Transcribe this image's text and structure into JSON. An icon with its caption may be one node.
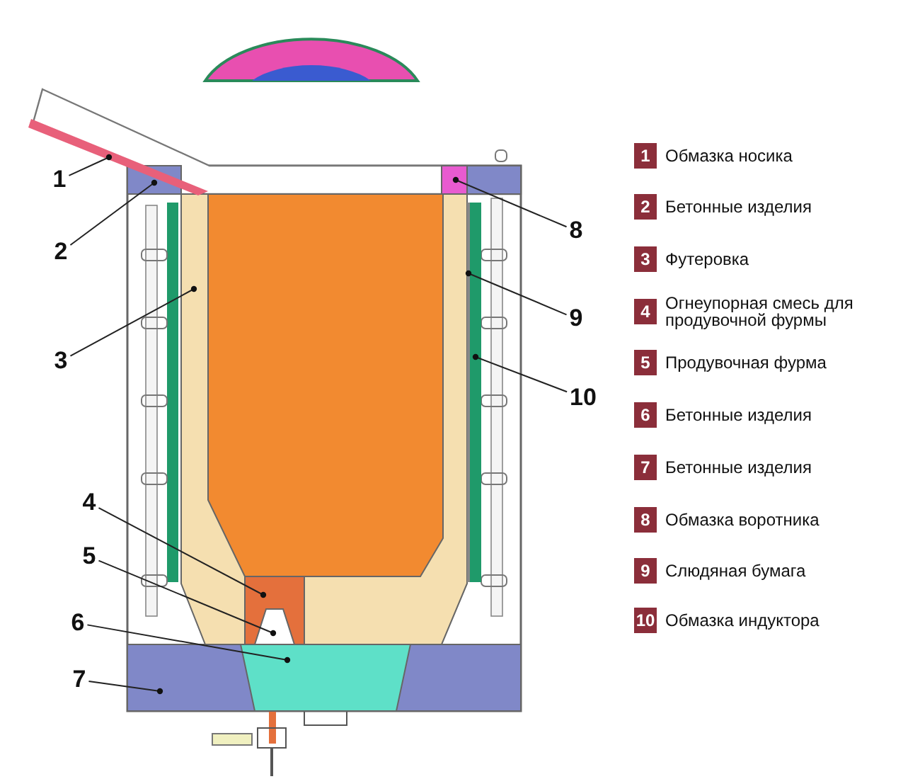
{
  "diagram": {
    "nodes": [
      {
        "text": [
          "1"
        ]
      },
      {
        "text": [
          "2"
        ]
      },
      {
        "text": [
          "3"
        ]
      },
      {
        "text": [
          "4"
        ]
      },
      {
        "text": [
          "5"
        ]
      },
      {
        "text": [
          "6"
        ]
      },
      {
        "text": [
          "7"
        ]
      },
      {
        "text": [
          "8"
        ]
      },
      {
        "text": [
          "9"
        ]
      },
      {
        "text": [
          "10"
        ]
      },
      {
        "text": [],
        "shape": "bar"
      },
      {
        "text": [],
        "shape": "box"
      },
      {
        "text": [],
        "shape": "box"
      },
      {
        "text": [],
        "shape": "box",
        "in": 12
      },
      {
        "text": [],
        "shape": "box",
        "in": 13
      },
      {
        "text": [],
        "shape": "box",
        "in": 16
      },
      {
        "text": [],
        "shape": "box"
      },
      {
        "text": [],
        "shape": "box"
      },
      {
        "text": [],
        "shape": "bar"
      },
      {
        "text": [],
        "shape": "bar"
      }
    ],
    "edges": [
      {
        "from": 0,
        "to": 10,
        "arrow": "other"
      },
      {
        "from": 1,
        "to": 11,
        "arrow": "other"
      },
      {
        "from": 2,
        "to": 12,
        "arrow": "other"
      },
      {
        "from": 3,
        "to": 13,
        "arrow": "other"
      },
      {
        "from": 4,
        "to": 14,
        "arrow": "other"
      },
      {
        "from": 5,
        "to": 15,
        "arrow": "other"
      },
      {
        "from": 6,
        "to": 16,
        "arrow": "other"
      },
      {
        "from": 7,
        "to": 17,
        "arrow": "other"
      },
      {
        "from": 8,
        "to": 18,
        "arrow": "other"
      },
      {
        "from": 9,
        "to": 19,
        "arrow": "other"
      }
    ],
    "labels": [
      "1",
      "Обмазка носика",
      "2",
      "Бетонные изделия",
      "3",
      "Футеровка",
      "4",
      "Огнеупорная смесь для продувочной фурмы",
      "5",
      "Продувочная фурма",
      "6",
      "Бетонные изделия",
      "7",
      "Бетонные изделия",
      "8",
      "Обмазка воротника",
      "9",
      "Слюдяная бумага",
      "10",
      "Обмазка индуктора"
    ]
  }
}
